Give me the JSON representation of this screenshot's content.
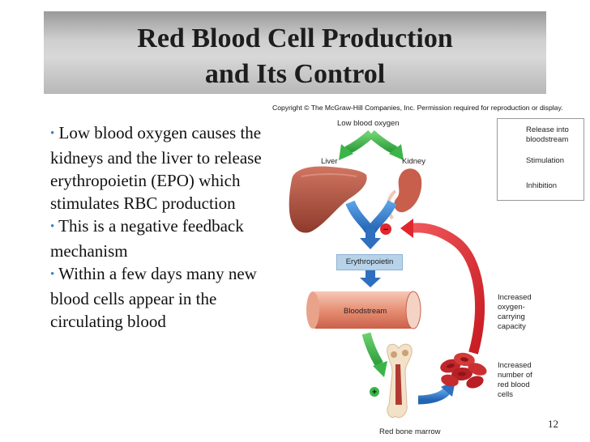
{
  "title": {
    "line1": "Red Blood Cell Production",
    "line2": "and Its Control"
  },
  "copyright": "Copyright © The McGraw-Hill Companies, Inc. Permission required for reproduction or display.",
  "bullets": [
    "Low blood oxygen causes the kidneys and the liver to release erythropoietin (EPO) which stimulates RBC production",
    "This is a negative feedback mechanism",
    "Within a few days many new blood cells appear in the circulating blood"
  ],
  "diagram": {
    "low_oxygen": "Low blood oxygen",
    "liver": "Liver",
    "kidney": "Kidney",
    "epo": "Erythropoietin",
    "bloodstream": "Bloodstream",
    "red_marrow": "Red bone marrow",
    "increased_capacity": [
      "Increased",
      "oxygen-",
      "carrying",
      "capacity"
    ],
    "increased_cells": [
      "Increased",
      "number of",
      "red blood",
      "cells"
    ],
    "minus_sign": "−",
    "plus_sign": "+"
  },
  "legend": {
    "release": [
      "Release into",
      "bloodstream"
    ],
    "stimulation": "Stimulation",
    "inhibition": "Inhibition"
  },
  "colors": {
    "release": "#2f6fbf",
    "stimulation": "#3bb54a",
    "inhibition": "#e2262d",
    "title_bg": "#cfcfcf"
  },
  "page_number": "12"
}
